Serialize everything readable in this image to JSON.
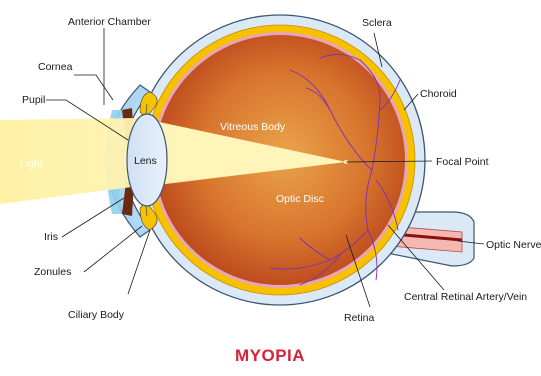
{
  "title": "MYOPIA",
  "labels": {
    "anterior_chamber": "Anterior Chamber",
    "cornea": "Cornea",
    "pupil": "Pupil",
    "light": "Light",
    "lens": "Lens",
    "iris": "Iris",
    "zonules": "Zonules",
    "ciliary_body": "Ciliary Body",
    "vitreous_body": "Vitreous Body",
    "optic_disc": "Optic Disc",
    "sclera": "Sclera",
    "choroid": "Choroid",
    "focal_point": "Focal Point",
    "optic_nerve": "Optic Nerve",
    "central_retinal": "Central Retinal Artery/Vein",
    "retina": "Retina"
  },
  "colors": {
    "sclera": "#dbe8f6",
    "choroid": "#f6c200",
    "vitreous_center": "#e49a3c",
    "vitreous_edge": "#b9401a",
    "title": "#d8213a",
    "light_beam": "#fff3a6",
    "vessels": "#7a2fb8"
  }
}
